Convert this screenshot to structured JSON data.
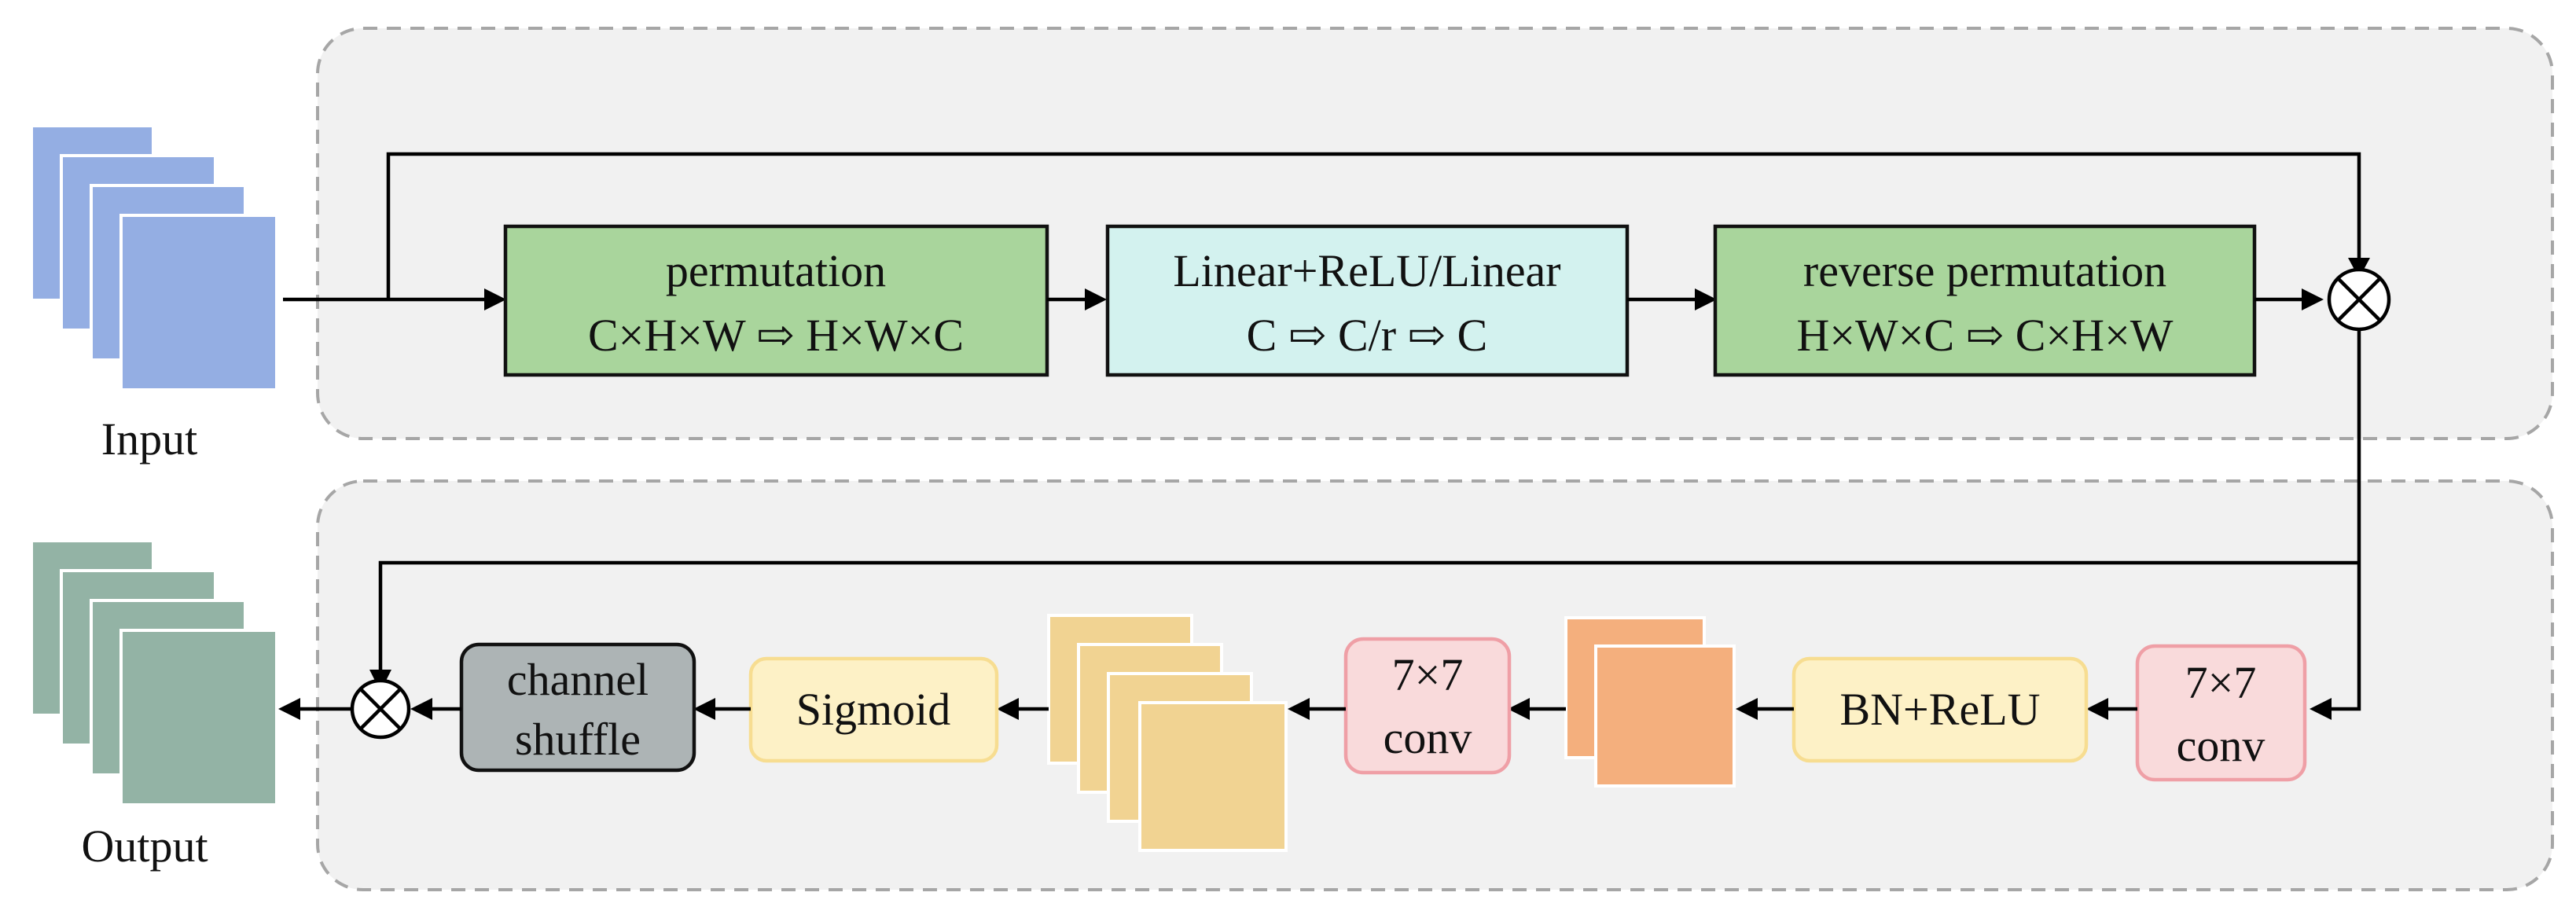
{
  "labels": {
    "input": "Input",
    "output": "Output"
  },
  "channel_attention": {
    "permutation": {
      "line1": "permutation",
      "line2": "C×H×W ⇨ H×W×C"
    },
    "mlp": {
      "line1": "Linear+ReLU/Linear",
      "line2": "C ⇨ C/r ⇨ C"
    },
    "reverse_permutation": {
      "line1": "reverse permutation",
      "line2": "H×W×C ⇨ C×H×W"
    }
  },
  "spatial_attention": {
    "conv_first": {
      "line1": "7×7",
      "line2": "conv"
    },
    "bn_relu": {
      "line1": "BN+ReLU"
    },
    "conv_second": {
      "line1": "7×7",
      "line2": "conv"
    },
    "sigmoid": {
      "line1": "Sigmoid"
    },
    "channel_shuffle": {
      "line1": "channel",
      "line2": "shuffle"
    }
  },
  "colors": {
    "input_stack": "#94aee3",
    "output_stack": "#93b3a5",
    "permutation_box": "#a9d59c",
    "mlp_box": "#d3f2ef",
    "conv_box": "#f9dadb",
    "conv_border": "#ef9fa6",
    "bn_sigmoid_box": "#fdf1c6",
    "bn_sigmoid_border": "#f7dd91",
    "shuffle_box": "#adb4b5",
    "orange_feature": "#f4af7d",
    "yellow_feature": "#f1d392",
    "panel_fill": "#f1f1f1",
    "panel_border": "#a6a6a6"
  }
}
